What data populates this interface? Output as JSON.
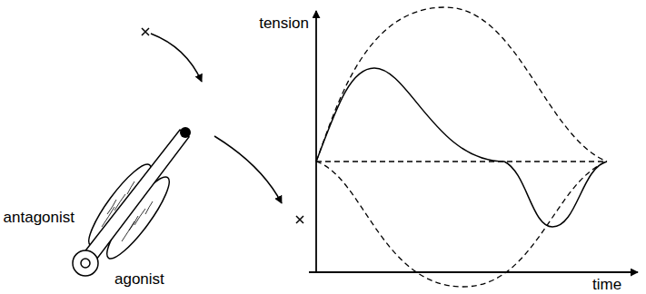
{
  "diagram": {
    "labels": [
      "antagonist",
      "agonist",
      "tension",
      "time"
    ]
  }
}
